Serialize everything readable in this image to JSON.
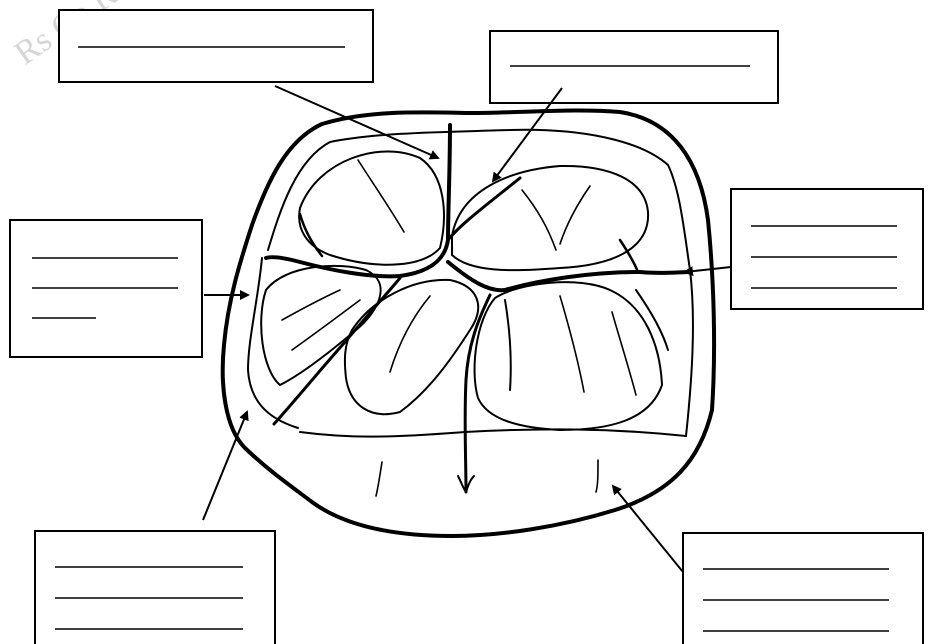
{
  "watermark_text": "Rs Co Re",
  "colors": {
    "stroke": "#000000",
    "background": "#ffffff",
    "watermark": "#d6d6d6"
  },
  "diagram": {
    "subject": "molar-occlusal-surface",
    "label_boxes": [
      {
        "id": "top-left",
        "blank_lines": 1
      },
      {
        "id": "top-right",
        "blank_lines": 1
      },
      {
        "id": "mid-left",
        "blank_lines": 3
      },
      {
        "id": "mid-right",
        "blank_lines": 3
      },
      {
        "id": "bottom-left",
        "blank_lines": 3
      },
      {
        "id": "bottom-right",
        "blank_lines": 3
      }
    ]
  }
}
